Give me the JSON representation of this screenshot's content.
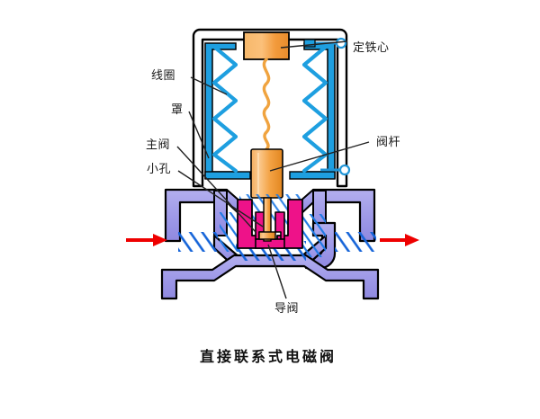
{
  "diagram": {
    "title": "直接联系式电磁阀",
    "background_color": "#ffffff",
    "labels": {
      "coil": "线圈",
      "shroud": "罩",
      "main_valve": "主阀",
      "small_hole": "小孔",
      "fixed_iron_core": "定铁心",
      "valve_stem": "阀杆",
      "pilot_valve": "导阀"
    },
    "colors": {
      "coil_winding": "#1e9fe0",
      "core_orange": "#f5a94e",
      "body_purple": "#9f9ae8",
      "seat_magenta": "#ee1289",
      "flow_blue": "#1463d8",
      "arrow_red": "#ee0000",
      "outline_black": "#000000",
      "terminal_blue": "#2196d8",
      "leader_line": "#222222"
    }
  }
}
